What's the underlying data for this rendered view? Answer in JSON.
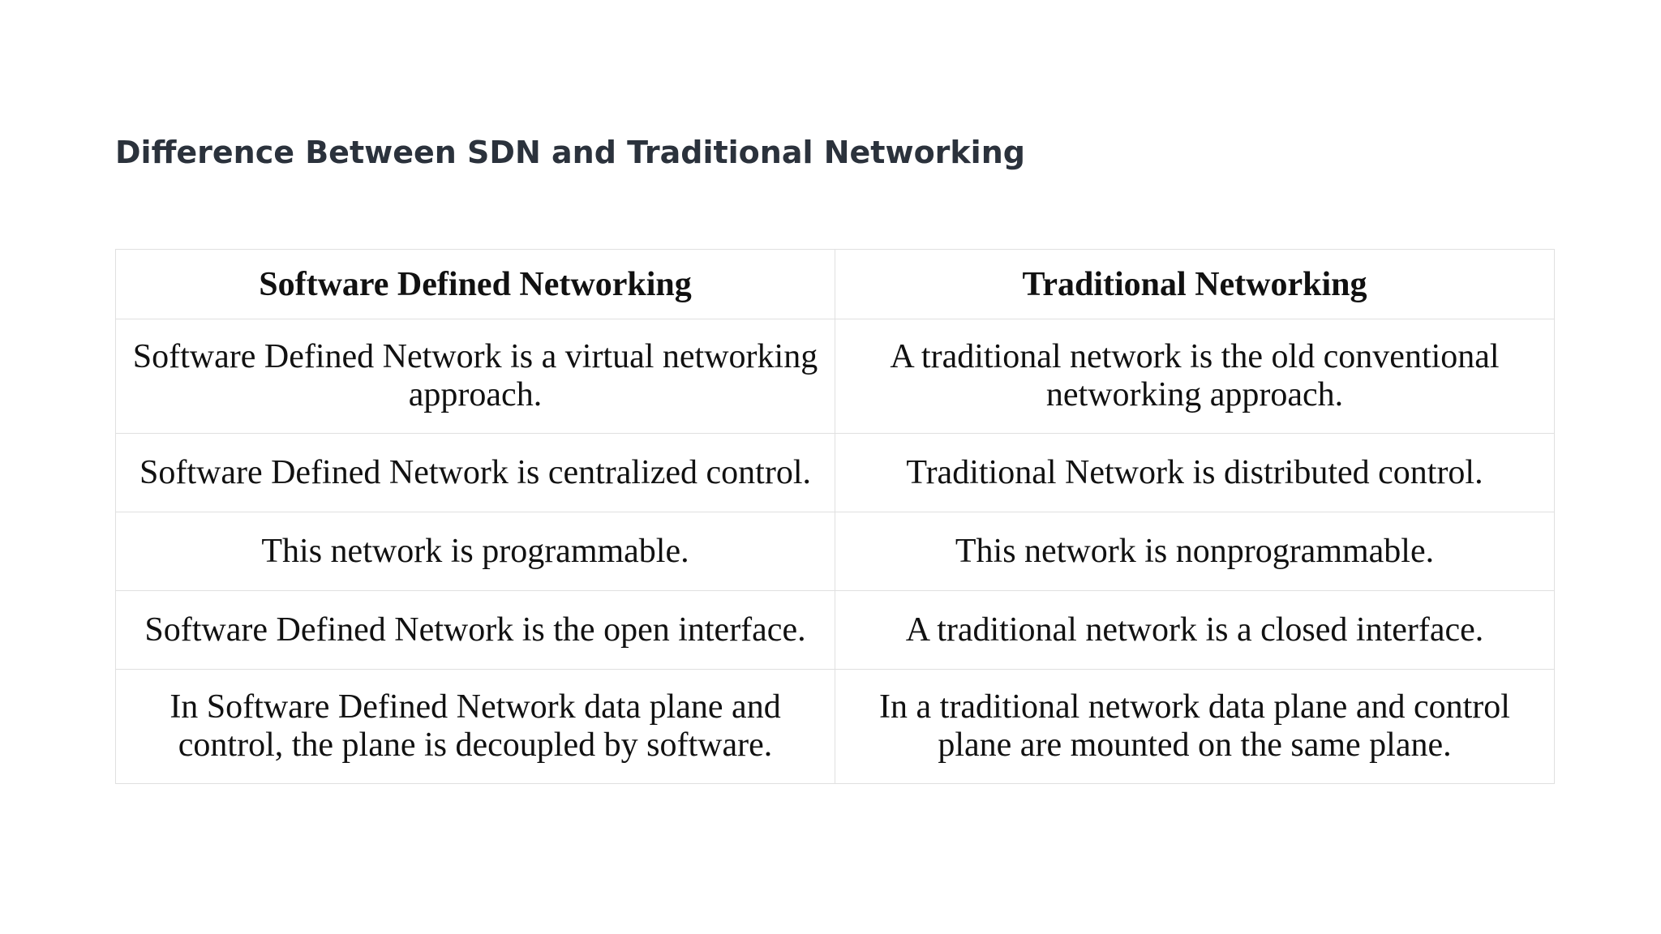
{
  "title": "Difference Between SDN and Traditional Networking",
  "table": {
    "headers": [
      "Software Defined Networking",
      "Traditional Networking"
    ],
    "rows": [
      [
        "Software Defined Network is a virtual networking approach.",
        "A traditional network is the old conventional networking approach."
      ],
      [
        "Software Defined Network is centralized control.",
        "Traditional Network is distributed control."
      ],
      [
        "This network is programmable.",
        "This network is nonprogrammable."
      ],
      [
        "Software Defined Network is the open interface.",
        "A traditional network is a closed interface."
      ],
      [
        "In Software Defined Network data plane and control, the plane is decoupled by software.",
        "In a traditional network data plane and control plane are mounted on the same plane."
      ]
    ]
  }
}
